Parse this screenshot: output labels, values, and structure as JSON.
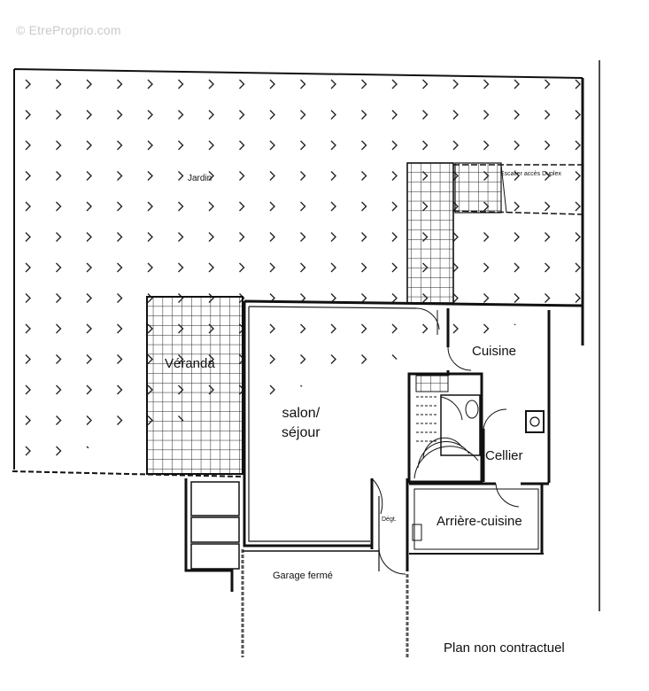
{
  "watermark": "© EtreProprio.com",
  "rooms": {
    "jardin": "Jardin",
    "escalier": "Escalier accès Duplex",
    "veranda": "Véranda",
    "salon_line1": "salon/",
    "salon_line2": "séjour",
    "cuisine": "Cuisine",
    "cellier": "Cellier",
    "degt": "Dégt.",
    "arriere_cuisine": "Arrière-cuisine",
    "garage": "Garage fermé"
  },
  "footer": "Plan non contractuel",
  "colors": {
    "line": "#111111",
    "hatch": "#222222",
    "background": "#ffffff"
  }
}
